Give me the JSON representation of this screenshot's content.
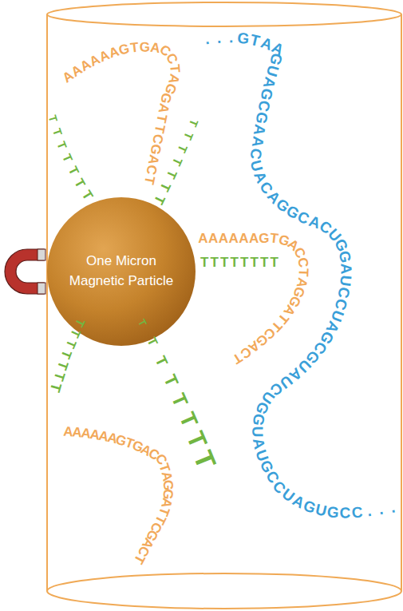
{
  "diagram": {
    "nodes": [
      {
        "text": [
          "One Micron Magnetic Particle"
        ]
      }
    ],
    "labels": [
      "AAAAAAGTGACCTAGGATTCGACT",
      "...GTAAGUAGCGAACUACAGGCACUGGAUCCUAGCGUAUCUGGUAUGCCUAGUGCC...",
      "TTTTTTT",
      "TTTTTTT",
      "TTTTTTTT",
      "AAAAAAGTGACCTAGGATTCGACT",
      "TTTTTTT",
      "TTTTTTTT",
      "AAAAAAGTGACCTAGGATTCGACT"
    ]
  }
}
